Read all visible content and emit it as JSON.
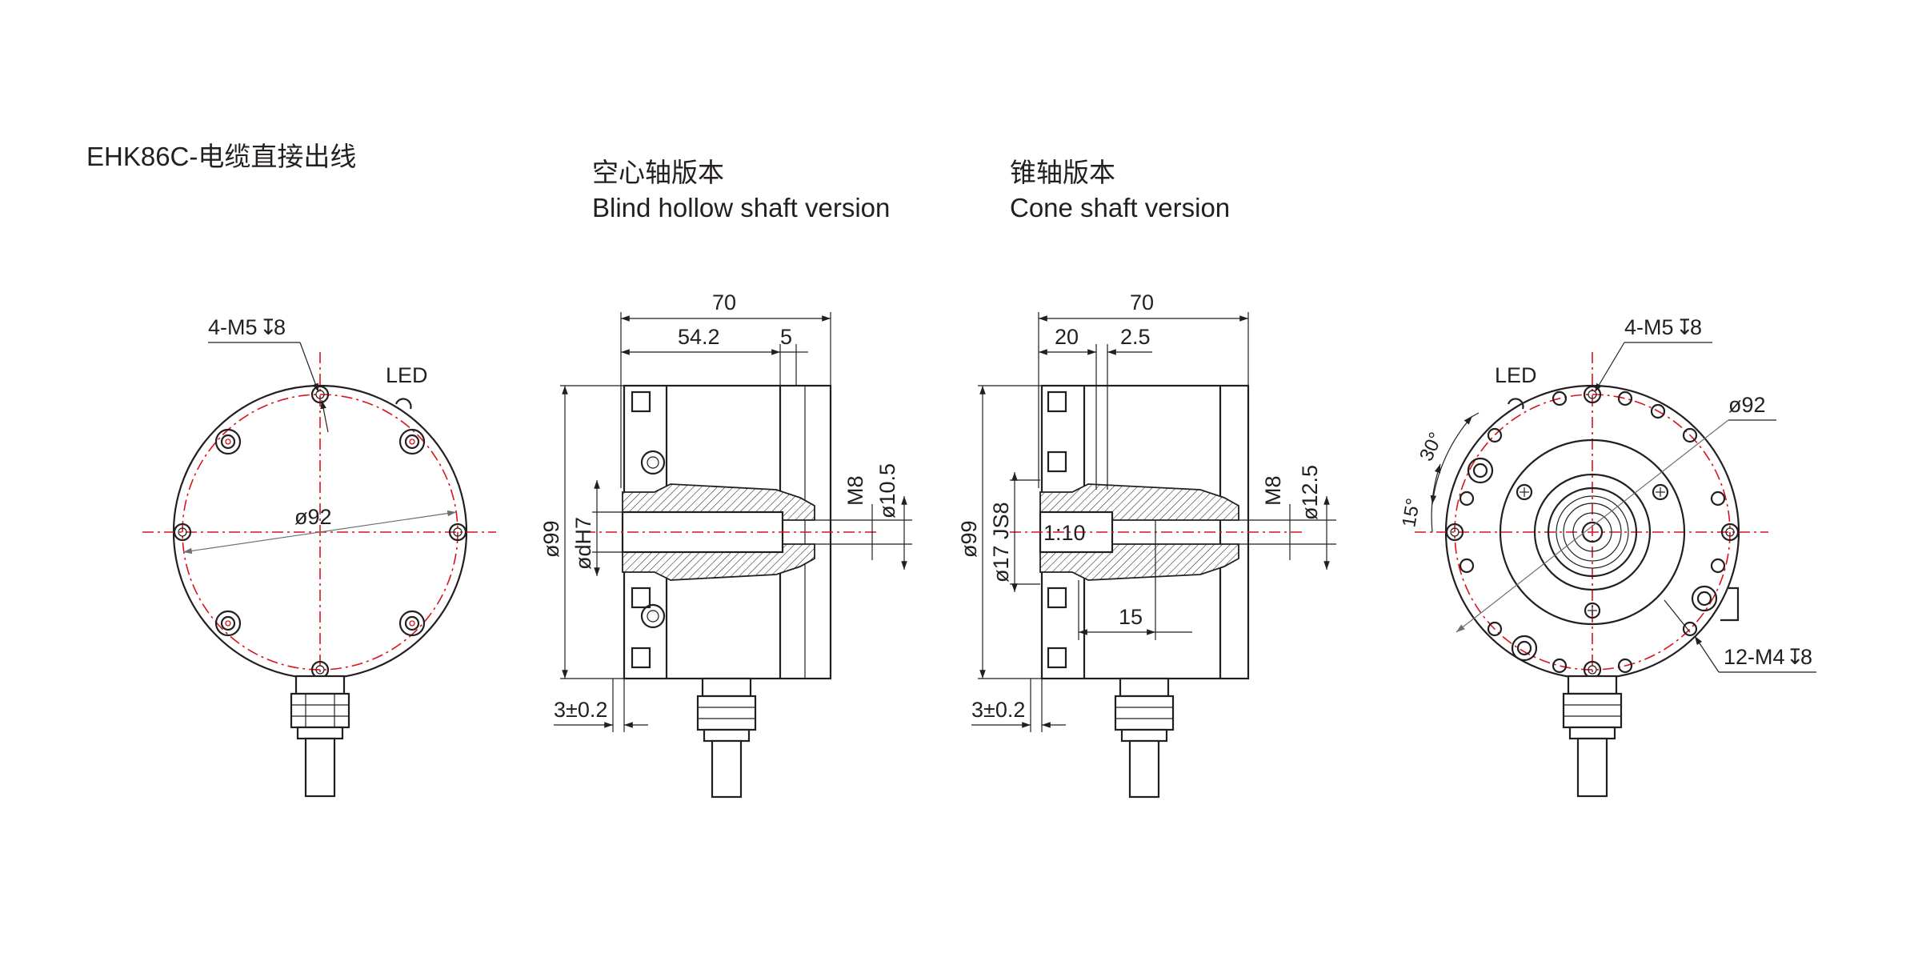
{
  "headers": {
    "model_title": "EHK86C-电缆直接出线",
    "hollow_cn": "空心轴版本",
    "hollow_en": "Blind hollow shaft version",
    "cone_cn": "锥轴版本",
    "cone_en": "Cone shaft version"
  },
  "front_view": {
    "thread_spec": "4-M5",
    "depth_symbol": "↧",
    "thread_depth": "8",
    "led_label": "LED",
    "pitch_diameter": "ø92"
  },
  "hollow_view": {
    "overall_length": "70",
    "body_length": "54.2",
    "flange_length": "5",
    "body_diameter": "ø99",
    "bore_diameter": "ødH7",
    "screw": "M8",
    "screw_head_diameter": "ø10.5",
    "flange_offset": "3±0.2"
  },
  "cone_view": {
    "overall_length": "70",
    "cone_length": "20",
    "step": "2.5",
    "body_diameter": "ø99",
    "cone_diameter": "ø17 JS8",
    "taper_ratio": "1:10",
    "screw": "M8",
    "screw_head_diameter": "ø12.5",
    "insert_length": "15",
    "flange_offset": "3±0.2"
  },
  "rear_view": {
    "thread_spec": "4-M5",
    "depth_symbol": "↧",
    "thread_depth": "8",
    "led_label": "LED",
    "pitch_diameter": "ø92",
    "angle_30": "30°",
    "angle_15": "15°",
    "small_thread_spec": "12-M4",
    "small_thread_depth": "8"
  },
  "colors": {
    "line": "#231f20",
    "center_line": "#d9141b",
    "background": "#ffffff"
  }
}
